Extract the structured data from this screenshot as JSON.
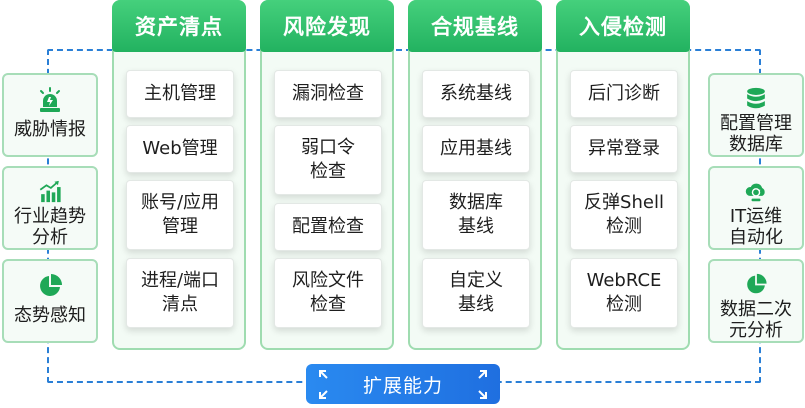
{
  "columns": [
    {
      "title": "资产清点",
      "items": [
        "主机管理",
        "Web管理",
        "账号/应用\n管理",
        "进程/端口\n清点"
      ]
    },
    {
      "title": "风险发现",
      "items": [
        "漏洞检查",
        "弱口令\n检查",
        "配置检查",
        "风险文件\n检查"
      ]
    },
    {
      "title": "合规基线",
      "items": [
        "系统基线",
        "应用基线",
        "数据库\n基线",
        "自定义\n基线"
      ]
    },
    {
      "title": "入侵检测",
      "items": [
        "后门诊断",
        "异常登录",
        "反弹Shell\n检测",
        "WebRCE\n检测"
      ]
    }
  ],
  "left_cards": [
    {
      "label": "威胁情报",
      "icon": "alarm-light-icon"
    },
    {
      "label": "行业趋势\n分析",
      "icon": "trend-chart-icon"
    },
    {
      "label": "态势感知",
      "icon": "pie-chart-icon"
    }
  ],
  "right_cards": [
    {
      "label": "配置管理\n数据库",
      "icon": "database-icon"
    },
    {
      "label": "IT运维\n自动化",
      "icon": "cloud-sync-icon"
    },
    {
      "label": "数据二次\n元分析",
      "icon": "pie-analysis-icon"
    }
  ],
  "extension": {
    "label": "扩展能力",
    "icon": "expand-arrows-icon"
  },
  "colors": {
    "header_green": "#22b260",
    "card_border": "#9fdcb0",
    "icon_green": "#1fa857",
    "dash_blue": "#2a7fd6",
    "bar_blue": "#1f6fe0"
  }
}
